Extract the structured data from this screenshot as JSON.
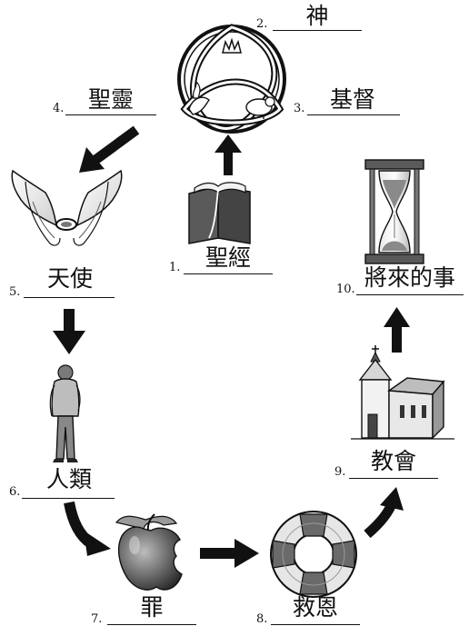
{
  "diagram": {
    "nodes": [
      {
        "id": "bible",
        "number": "1.",
        "label": "聖經",
        "icon": "open-book-icon"
      },
      {
        "id": "god",
        "number": "2.",
        "label": "神",
        "icon": "trinity-knot-icon"
      },
      {
        "id": "christ",
        "number": "3.",
        "label": "基督",
        "icon": "dove-lamb-icon"
      },
      {
        "id": "spirit",
        "number": "4.",
        "label": "聖靈",
        "icon": "dove-flame-icon"
      },
      {
        "id": "angels",
        "number": "5.",
        "label": "天使",
        "icon": "angel-wings-icon"
      },
      {
        "id": "man",
        "number": "6.",
        "label": "人類",
        "icon": "man-figure-icon"
      },
      {
        "id": "sin",
        "number": "7.",
        "label": "罪",
        "icon": "bitten-apple-icon"
      },
      {
        "id": "salvation",
        "number": "8.",
        "label": "救恩",
        "icon": "life-preserver-icon"
      },
      {
        "id": "church",
        "number": "9.",
        "label": "教會",
        "icon": "church-icon"
      },
      {
        "id": "future",
        "number": "10.",
        "label": "將來的事",
        "icon": "hourglass-icon"
      }
    ]
  }
}
